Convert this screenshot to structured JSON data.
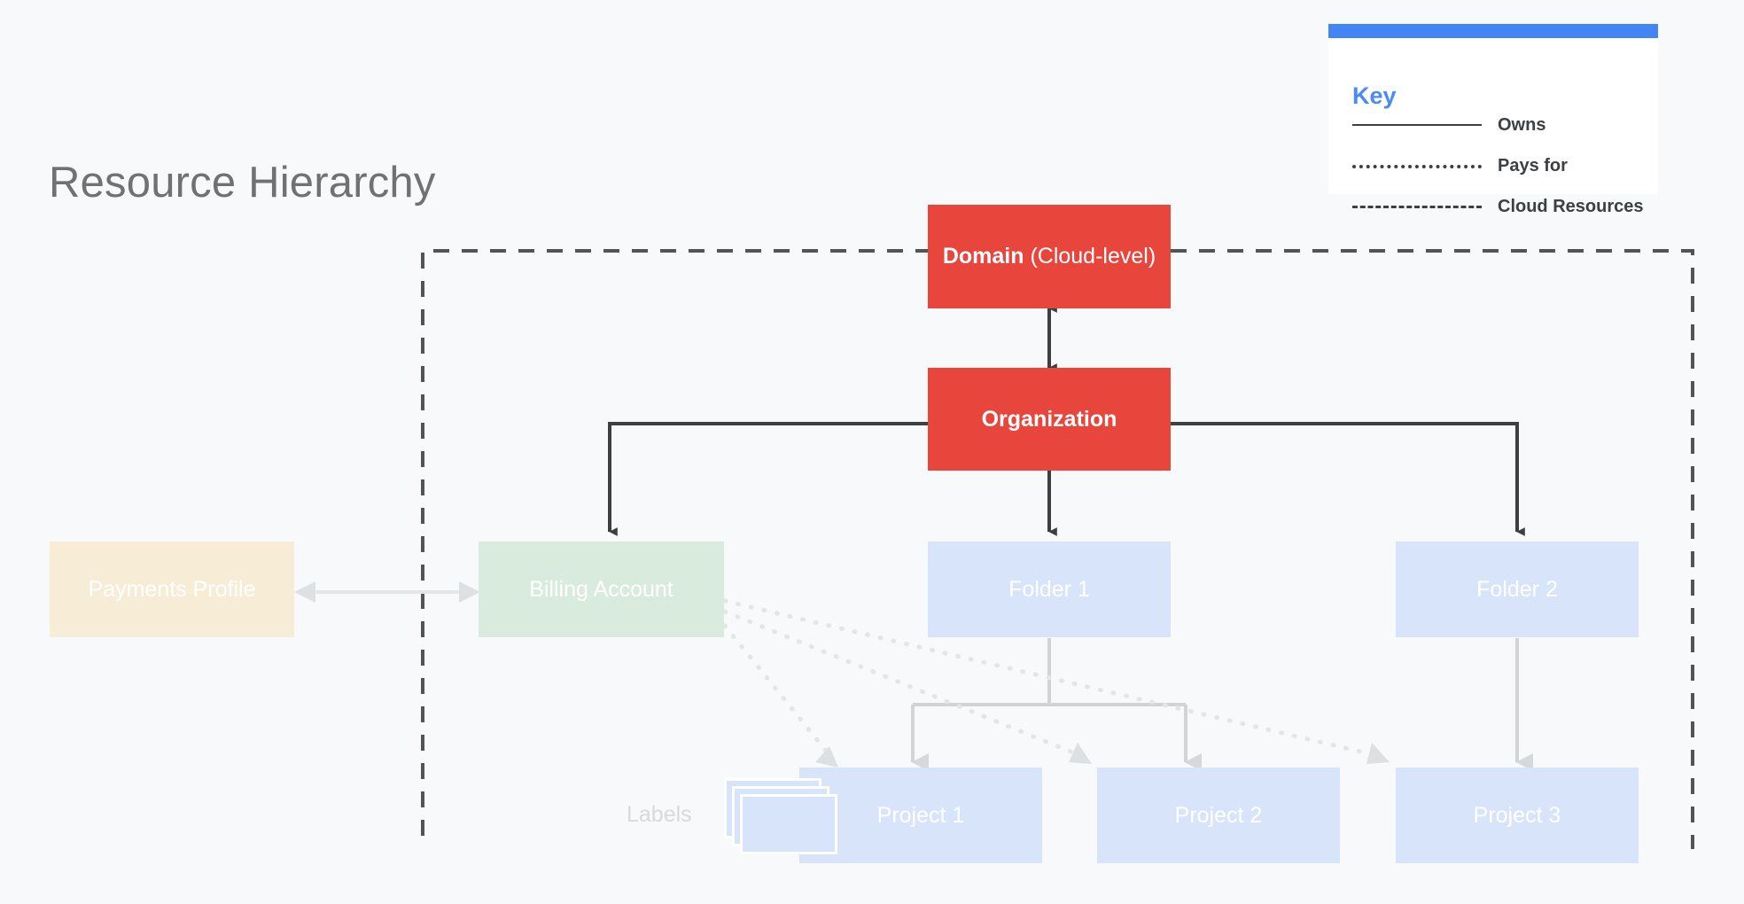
{
  "page": {
    "title": "Resource Hierarchy",
    "background_color": "#F7F9FA",
    "title_color": "#6E7275"
  },
  "key": {
    "heading": "Key",
    "heading_color": "#4C8BF5",
    "accent_bar_color": "#4285F4",
    "rows": [
      {
        "style": "solid",
        "label": "Owns"
      },
      {
        "style": "dotted",
        "label": "Pays for"
      },
      {
        "style": "dashed",
        "label": "Cloud Resources"
      }
    ]
  },
  "nodes": {
    "domain": {
      "label_strong": "Domain",
      "label_light": " (Cloud-level)",
      "color": "#E8453C",
      "text_color": "#FFFFFF"
    },
    "organization": {
      "label": "Organization",
      "color": "#E8453C",
      "text_color": "#FFFFFF"
    },
    "payments_profile": {
      "label": "Payments Profile",
      "color": "#F7EDD6",
      "text_color": "#FFFFFF"
    },
    "billing_account": {
      "label": "Billing Account",
      "color": "#D9EBDD",
      "text_color": "#FFFFFF"
    },
    "folder1": {
      "label": "Folder 1",
      "color": "#D8E4FA",
      "text_color": "#FFFFFF"
    },
    "folder2": {
      "label": "Folder 2",
      "color": "#D8E4FA",
      "text_color": "#FFFFFF"
    },
    "project1": {
      "label": "Project 1",
      "color": "#D8E4FA",
      "text_color": "#FFFFFF"
    },
    "project2": {
      "label": "Project 2",
      "color": "#D8E4FA",
      "text_color": "#FFFFFF"
    },
    "project3": {
      "label": "Project 3",
      "color": "#D8E4FA",
      "text_color": "#FFFFFF"
    },
    "labels": {
      "label": "Labels",
      "text_color": "#D6DADC"
    }
  },
  "edges": {
    "cloud_boundary_color": "#50555A",
    "owns_dark_color": "#3C4043",
    "owns_light_color": "#D0D4D7",
    "pays_for_color": "#E0E4E6",
    "relations": [
      {
        "from": "domain",
        "to": "organization",
        "type": "owns",
        "bidirectional": true
      },
      {
        "from": "organization",
        "to": "billing_account",
        "type": "owns"
      },
      {
        "from": "organization",
        "to": "folder1",
        "type": "owns"
      },
      {
        "from": "organization",
        "to": "folder2",
        "type": "owns"
      },
      {
        "from": "payments_profile",
        "to": "billing_account",
        "type": "owns",
        "bidirectional": true
      },
      {
        "from": "folder1",
        "to": "project1",
        "type": "owns"
      },
      {
        "from": "folder1",
        "to": "project2",
        "type": "owns"
      },
      {
        "from": "folder2",
        "to": "project3",
        "type": "owns"
      },
      {
        "from": "billing_account",
        "to": "project1",
        "type": "pays_for"
      },
      {
        "from": "billing_account",
        "to": "project2",
        "type": "pays_for"
      },
      {
        "from": "billing_account",
        "to": "project3",
        "type": "pays_for"
      }
    ]
  }
}
